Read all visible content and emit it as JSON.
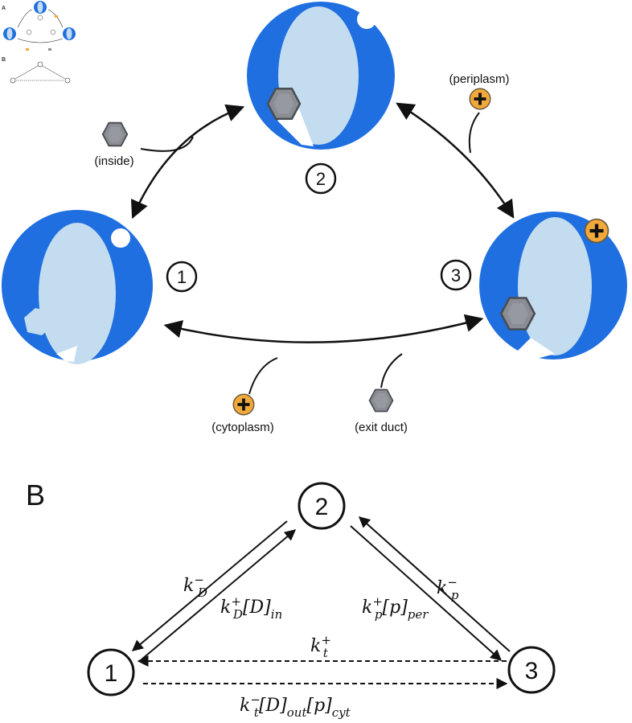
{
  "thumbnail": {
    "panel_a": "A",
    "panel_b": "B"
  },
  "panel_a": {
    "states": [
      {
        "id": "state-1",
        "label": "1"
      },
      {
        "id": "state-2",
        "label": "2"
      },
      {
        "id": "state-3",
        "label": "3"
      }
    ],
    "labels": {
      "inside": "(inside)",
      "periplasm": "(periplasm)",
      "cytoplasm": "(cytoplasm)",
      "exit_duct": "(exit duct)"
    },
    "colors": {
      "protein_blue": "#1f6fe0",
      "protein_light": "#c4dcef",
      "drug_gray": "#8a8e94",
      "proton_orange": "#f2a93b"
    },
    "icons": [
      "drug-hexagon-icon",
      "proton-plus-icon"
    ]
  },
  "panel_b": {
    "title": "B",
    "nodes": [
      {
        "id": "node-1",
        "label": "1"
      },
      {
        "id": "node-2",
        "label": "2"
      },
      {
        "id": "node-3",
        "label": "3"
      }
    ],
    "rates": {
      "kD_minus": {
        "base": "k",
        "sup": "−",
        "sub": "D",
        "tail": ""
      },
      "kD_plus": {
        "base": "k",
        "sup": "+",
        "sub": "D",
        "tail": "[D]",
        "tail_sub": "in"
      },
      "kp_minus": {
        "base": "k",
        "sup": "−",
        "sub": "p",
        "tail": ""
      },
      "kp_plus": {
        "base": "k",
        "sup": "+",
        "sub": "p",
        "tail": "[p]",
        "tail_sub": "per"
      },
      "kt_plus": {
        "base": "k",
        "sup": "+",
        "sub": "t",
        "tail": ""
      },
      "kt_minus": {
        "base": "k",
        "sup": "−",
        "sub": "t",
        "tail": "[D]",
        "tail_sub": "out",
        "tail2": "[p]",
        "tail2_sub": "cyt"
      }
    }
  }
}
